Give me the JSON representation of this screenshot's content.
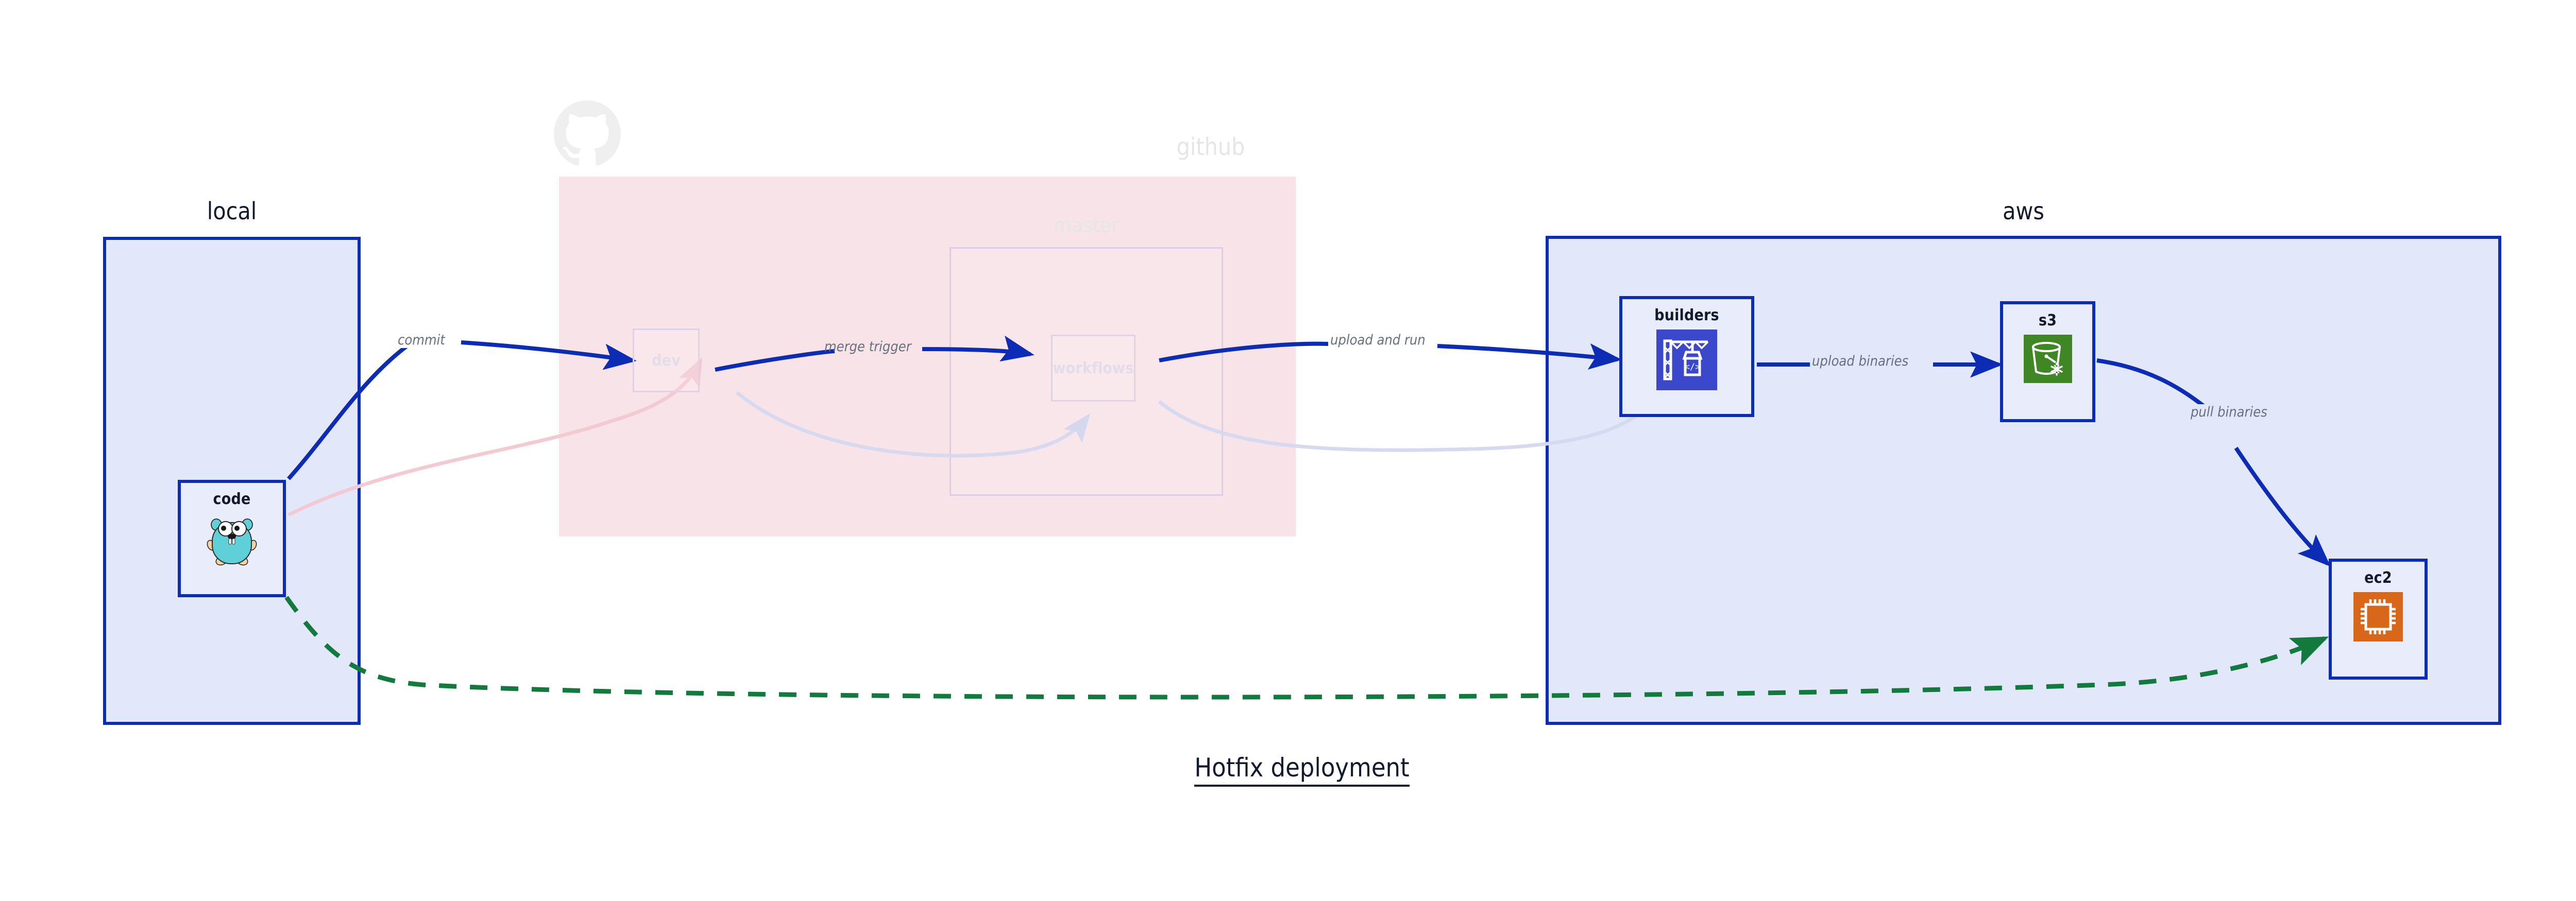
{
  "diagram": {
    "title": "Hotfix deployment",
    "background": "#ffffff",
    "accent_blue": "#0d2cb5",
    "zone_blue_fill": "#e2e7fa",
    "zone_pink_fill": "#f8e4e8",
    "label_gray": "#66707e",
    "dashed_green": "#137a3d"
  },
  "zones": [
    {
      "id": "local",
      "label": "local",
      "faded": false
    },
    {
      "id": "github",
      "label": "github",
      "faded": true
    },
    {
      "id": "master",
      "label": "master",
      "faded": true
    },
    {
      "id": "aws",
      "label": "aws",
      "faded": false
    }
  ],
  "nodes": [
    {
      "id": "code",
      "label": "code",
      "icon": "go-gopher-icon",
      "faded": false
    },
    {
      "id": "dev",
      "label": "dev",
      "icon": "none",
      "faded": true
    },
    {
      "id": "workflows",
      "label": "workflows",
      "icon": "none",
      "faded": true
    },
    {
      "id": "builders",
      "label": "builders",
      "icon": "aws-codebuild-icon",
      "faded": false
    },
    {
      "id": "s3",
      "label": "s3",
      "icon": "aws-s3-bucket-icon",
      "faded": false
    },
    {
      "id": "ec2",
      "label": "ec2",
      "icon": "aws-ec2-chip-icon",
      "faded": false
    }
  ],
  "edges": [
    {
      "id": "commit",
      "label": "commit",
      "from": "code",
      "to": "dev",
      "style": "solid-blue",
      "faded": false
    },
    {
      "id": "merge-trigger",
      "label": "merge trigger",
      "from": "dev",
      "to": "workflows",
      "style": "solid-blue",
      "faded": false
    },
    {
      "id": "upload-and-run",
      "label": "upload and run",
      "from": "workflows",
      "to": "builders",
      "style": "solid-blue",
      "faded": false
    },
    {
      "id": "upload-binaries",
      "label": "upload binaries",
      "from": "builders",
      "to": "s3",
      "style": "solid-blue",
      "faded": false
    },
    {
      "id": "pull-binaries",
      "label": "pull binaries",
      "from": "s3",
      "to": "ec2",
      "style": "solid-blue",
      "faded": false
    },
    {
      "id": "hotfix-direct",
      "label": "",
      "from": "code",
      "to": "ec2",
      "style": "dashed-green",
      "faded": false
    },
    {
      "id": "ghost-code-dev",
      "label": "",
      "from": "code",
      "to": "dev",
      "style": "ghost-pink",
      "faded": true
    },
    {
      "id": "ghost-dev-wf",
      "label": "",
      "from": "dev",
      "to": "workflows",
      "style": "ghost-lav",
      "faded": true
    },
    {
      "id": "ghost-wf-build",
      "label": "",
      "from": "workflows",
      "to": "builders",
      "style": "ghost-lav",
      "faded": true
    }
  ],
  "icons": {
    "github": "github-octocat-icon",
    "codebuild_bg": "#3b48cc",
    "s3_bg": "#3f8624",
    "ec2_bg": "#d9671a"
  }
}
